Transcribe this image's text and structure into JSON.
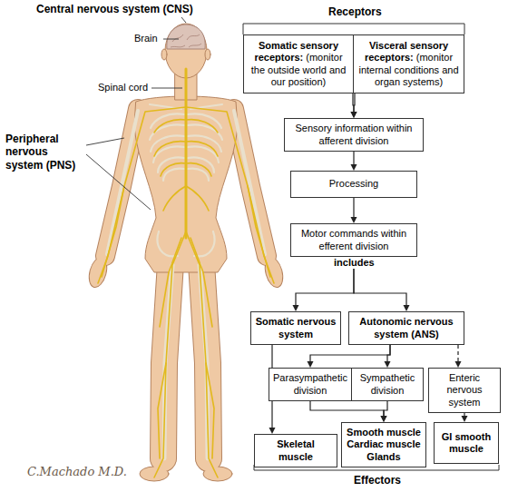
{
  "diagram": {
    "nodes": [
      {
        "text": [
          "Somatic sensory receptors:",
          "(monitor the outside world and our position)"
        ]
      },
      {
        "text": [
          "Visceral sensory receptors:",
          "(monitor internal conditions and organ systems)"
        ]
      },
      {
        "text": [
          "Sensory information within afferent division"
        ]
      },
      {
        "text": [
          "Processing"
        ]
      },
      {
        "text": [
          "Motor commands within efferent division"
        ]
      },
      {
        "text": [
          "Somatic nervous system"
        ]
      },
      {
        "text": [
          "Autonomic nervous system (ANS)"
        ]
      },
      {
        "text": [
          "Parasympathetic division"
        ]
      },
      {
        "text": [
          "Sympathetic division"
        ]
      },
      {
        "text": [
          "Enteric nervous system"
        ]
      },
      {
        "text": [
          "Skeletal muscle"
        ]
      },
      {
        "text": [
          "Smooth muscle Cardiac muscle Glands"
        ]
      },
      {
        "text": [
          "GI smooth muscle"
        ]
      }
    ],
    "edges": [
      {
        "from": 0,
        "to": 2,
        "arrow": "to"
      },
      {
        "from": 1,
        "to": 2,
        "arrow": "to"
      },
      {
        "from": 2,
        "to": 3,
        "arrow": "to"
      },
      {
        "from": 3,
        "to": 4,
        "arrow": "to"
      },
      {
        "from": 4,
        "to": 5,
        "arrow": "to"
      },
      {
        "from": 4,
        "to": 6,
        "arrow": "to"
      },
      {
        "from": 5,
        "to": 10,
        "arrow": "to"
      },
      {
        "from": 6,
        "to": 7,
        "arrow": "to"
      },
      {
        "from": 6,
        "to": 8,
        "arrow": "to"
      },
      {
        "from": 6,
        "to": 9,
        "arrow": "to"
      },
      {
        "from": 7,
        "to": 11,
        "arrow": "to"
      },
      {
        "from": 8,
        "to": 11,
        "arrow": "to"
      },
      {
        "from": 9,
        "to": 12,
        "arrow": "to"
      }
    ],
    "labels": [
      "Central nervous system (CNS)",
      "Brain",
      "Spinal cord",
      "Peripheral nervous system (PNS)",
      "C.Machado M.D.",
      "Receptors",
      "includes",
      "Effectors"
    ]
  }
}
